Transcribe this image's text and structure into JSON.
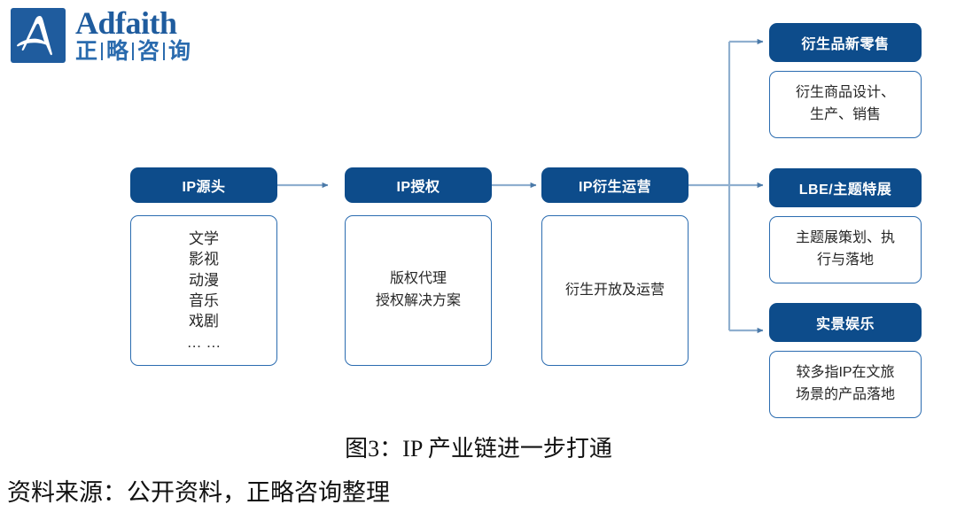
{
  "logo": {
    "mark_alt": "adfaith-a-mark",
    "latin": "Adfaith",
    "cn_chars": [
      "正",
      "略",
      "咨",
      "询"
    ],
    "brand_color": "#1F5C9E"
  },
  "diagram": {
    "accent_header_color": "#0D4C8B",
    "body_border_color": "#2B6CB0",
    "connector_color": "#8FAFCF",
    "chain": [
      {
        "id": "ip-source",
        "header": "IP源头",
        "body_lines": [
          "文学",
          "影视",
          "动漫",
          "音乐",
          "戏剧",
          "…  …"
        ]
      },
      {
        "id": "ip-license",
        "header": "IP授权",
        "body_lines": [
          "版权代理",
          "授权解决方案"
        ]
      },
      {
        "id": "ip-derivative-ops",
        "header": "IP衍生运营",
        "body_lines": [
          "衍生开放及运营"
        ]
      }
    ],
    "branches": [
      {
        "id": "new-retail",
        "header": "衍生品新零售",
        "body_lines": [
          "衍生商品设计、",
          "生产、销售"
        ]
      },
      {
        "id": "lbe-exhibition",
        "header": "LBE/主题特展",
        "body_lines": [
          "主题展策划、执",
          "行与落地"
        ]
      },
      {
        "id": "real-scene-entertainment",
        "header": "实景娱乐",
        "body_lines": [
          "较多指IP在文旅",
          "场景的产品落地"
        ]
      }
    ]
  },
  "caption": "图3：IP 产业链进一步打通",
  "source": "资料来源：公开资料，正略咨询整理"
}
